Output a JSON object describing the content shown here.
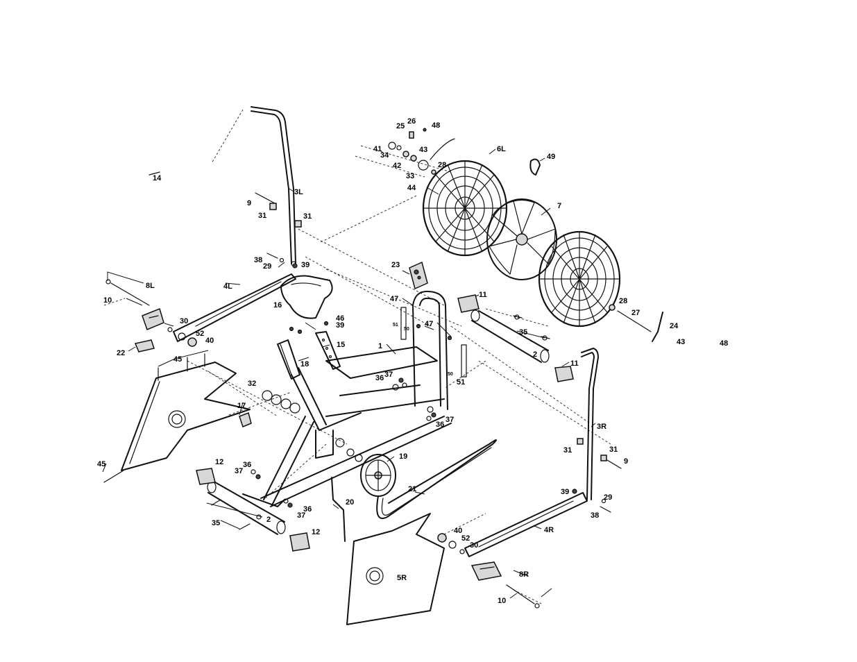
{
  "callouts": {
    "c1": "1",
    "c2a": "2",
    "c2b": "2",
    "c3L": "3L",
    "c3R": "3R",
    "c4L": "4L",
    "c4R": "4R",
    "c5R": "5R",
    "c6L": "6L",
    "c7": "7",
    "c8L": "8L",
    "c8R": "8R",
    "c9a": "9",
    "c9b": "9",
    "c10a": "10",
    "c10b": "10",
    "c11a": "11",
    "c11b": "11",
    "c12a": "12",
    "c12b": "12",
    "c14": "14",
    "c15": "15",
    "c16": "16",
    "c17": "17",
    "c18": "18",
    "c19": "19",
    "c20": "20",
    "c21": "21",
    "c22": "22",
    "c23": "23",
    "c24": "24",
    "c25": "25",
    "c26": "26",
    "c27": "27",
    "c28a": "28",
    "c28b": "28",
    "c29a": "29",
    "c29b": "29",
    "c30a": "30",
    "c30b": "30",
    "c31a": "31",
    "c31b": "31",
    "c31c": "31",
    "c31d": "31",
    "c32": "32",
    "c33": "33",
    "c34": "34",
    "c35a": "35",
    "c35b": "35",
    "c36a": "36",
    "c36b": "36",
    "c36c": "36",
    "c36d": "36",
    "c37a": "37",
    "c37b": "37",
    "c37c": "37",
    "c37d": "37",
    "c38a": "38",
    "c38b": "38",
    "c39a": "39",
    "c39b": "39",
    "c39c": "39",
    "c40a": "40",
    "c40b": "40",
    "c41": "41",
    "c42": "42",
    "c43a": "43",
    "c43b": "43",
    "c44": "44",
    "c45a": "45",
    "c45b": "45",
    "c46": "46",
    "c47a": "47",
    "c47b": "47",
    "c48a": "48",
    "c48b": "48",
    "c49": "49",
    "c50a": "50",
    "c50b": "50",
    "c51a": "51",
    "c51b": "51",
    "c52a": "52",
    "c52b": "52"
  }
}
